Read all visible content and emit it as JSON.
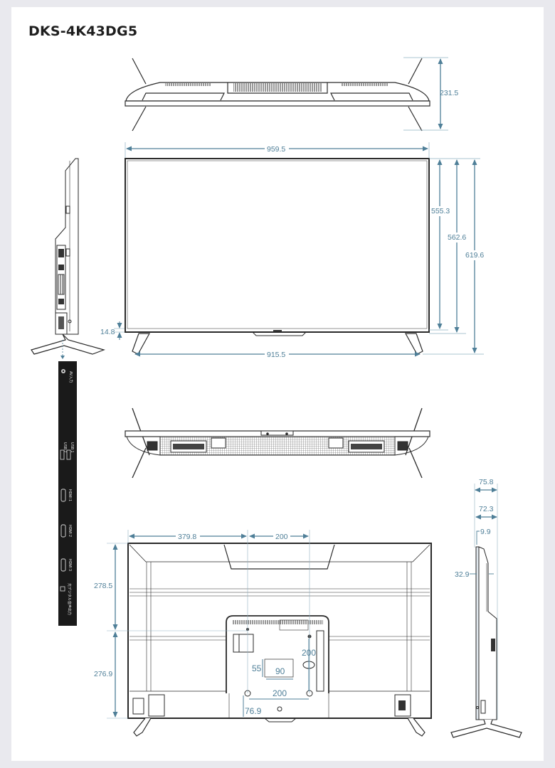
{
  "model": "DKS-4K43DG5",
  "colors": {
    "dimension": "#4f7f98",
    "outline": "#2a2a2a",
    "io_panel": "#1a1a1a",
    "background": "#ffffff"
  },
  "views": {
    "top": {
      "name": "top-view",
      "depth_label": "231.5"
    },
    "front": {
      "name": "front-view",
      "width_label": "959.5",
      "panel_height_label": "555.3",
      "body_height_label": "562.6",
      "total_height_label": "619.6",
      "stand_width_label": "915.5",
      "stand_clearance_label": "14.8"
    },
    "side_left": {
      "name": "side-view-left"
    },
    "bottom": {
      "name": "bottom-view"
    },
    "rear": {
      "name": "rear-view",
      "left_to_vesa_label": "379.8",
      "vesa_horizontal_label": "200",
      "top_to_vesa_label": "278.5",
      "vesa_to_bottom_label": "276.9",
      "vesa_vertical_label": "200",
      "label_plate_h": "55",
      "label_plate_w": "90",
      "vesa_bottom_horizontal_label": "200",
      "vesa_bottom_offset_label": "76.9"
    },
    "side_right": {
      "name": "side-view-right",
      "depth_total_label": "75.8",
      "depth_body_label": "72.3",
      "bezel_depth_label": "9.9",
      "vesa_depth_label": "32.9"
    }
  },
  "io_panel": {
    "top_label": "AV入力",
    "ports": [
      {
        "label": "USB 2",
        "type": "usb"
      },
      {
        "label": "USB 1",
        "type": "usb"
      },
      {
        "label": "HDMI 1",
        "type": "hdmi"
      },
      {
        "label": "HDMI 2",
        "type": "hdmi"
      },
      {
        "label": "HDMI 3",
        "type": "hdmi"
      }
    ],
    "bottom_label": "光デジタル音声出力"
  }
}
